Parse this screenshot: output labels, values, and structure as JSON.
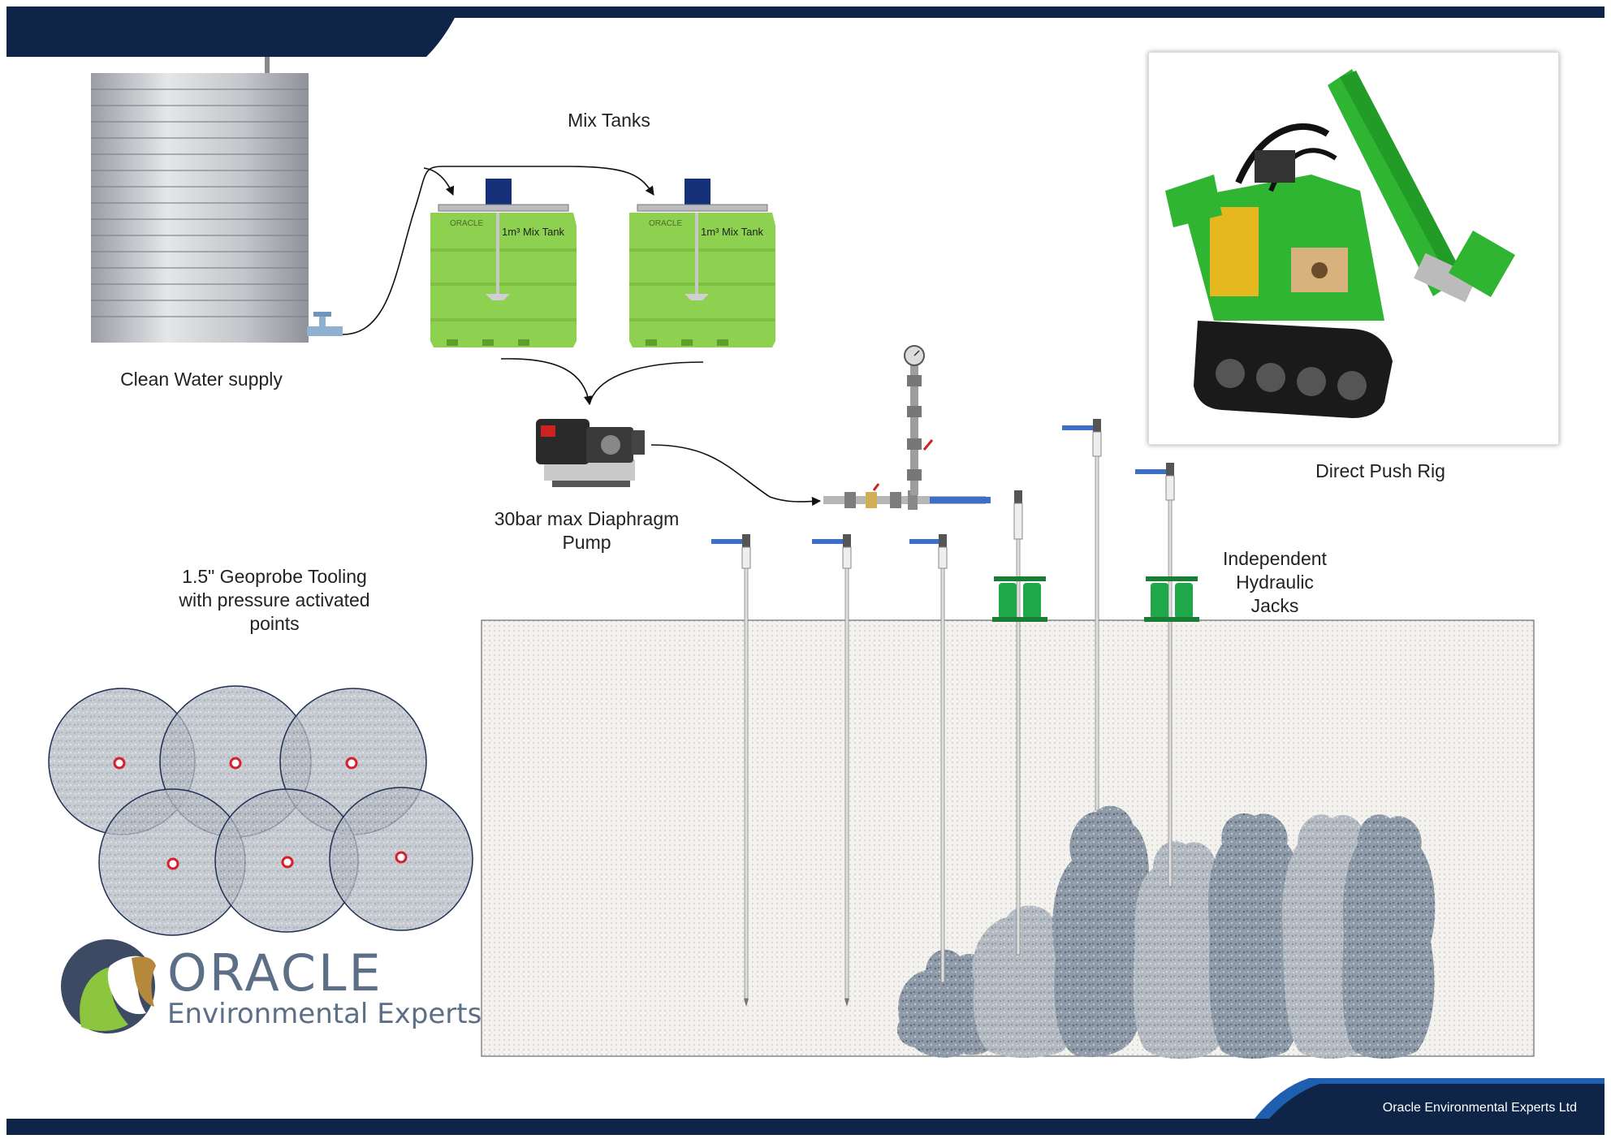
{
  "labels": {
    "mix_tanks": "Mix Tanks",
    "clean_water_supply": "Clean Water supply",
    "tank_label_1": "1m³ Mix Tank",
    "tank_label_2": "1m³ Mix Tank",
    "tank_brand_1": "ORACLE",
    "tank_brand_2": "ORACLE",
    "pump_line1": "30bar max Diaphragm",
    "pump_line2": "Pump",
    "tooling_line1": "1.5\" Geoprobe Tooling",
    "tooling_line2": "with pressure activated",
    "tooling_line3": "points",
    "rig": "Direct Push Rig",
    "jacks_line1": "Independent",
    "jacks_line2": "Hydraulic",
    "jacks_line3": "Jacks"
  },
  "logo": {
    "name": "ORACLE",
    "subtitle": "Environmental Experts"
  },
  "footer": {
    "company": "Oracle Environmental Experts Ltd"
  },
  "colors": {
    "header_navy": "#0f2547",
    "tank_green": "#8ed150",
    "jack_green": "#1fa84a",
    "rig_green": "#2fb531",
    "ground_fill": "#f1efe9",
    "plume_dark": "#8d99a8",
    "plume_light": "#b9c0c9",
    "injection_point_red": "#d6202b",
    "valve_blue": "#3d6fc7"
  },
  "icons": {
    "photo": "direct-push-rig-photo",
    "pump": "diaphragm-pump-icon",
    "water_tank": "water-tank-icon",
    "logo": "oracle-leaf-logo"
  }
}
